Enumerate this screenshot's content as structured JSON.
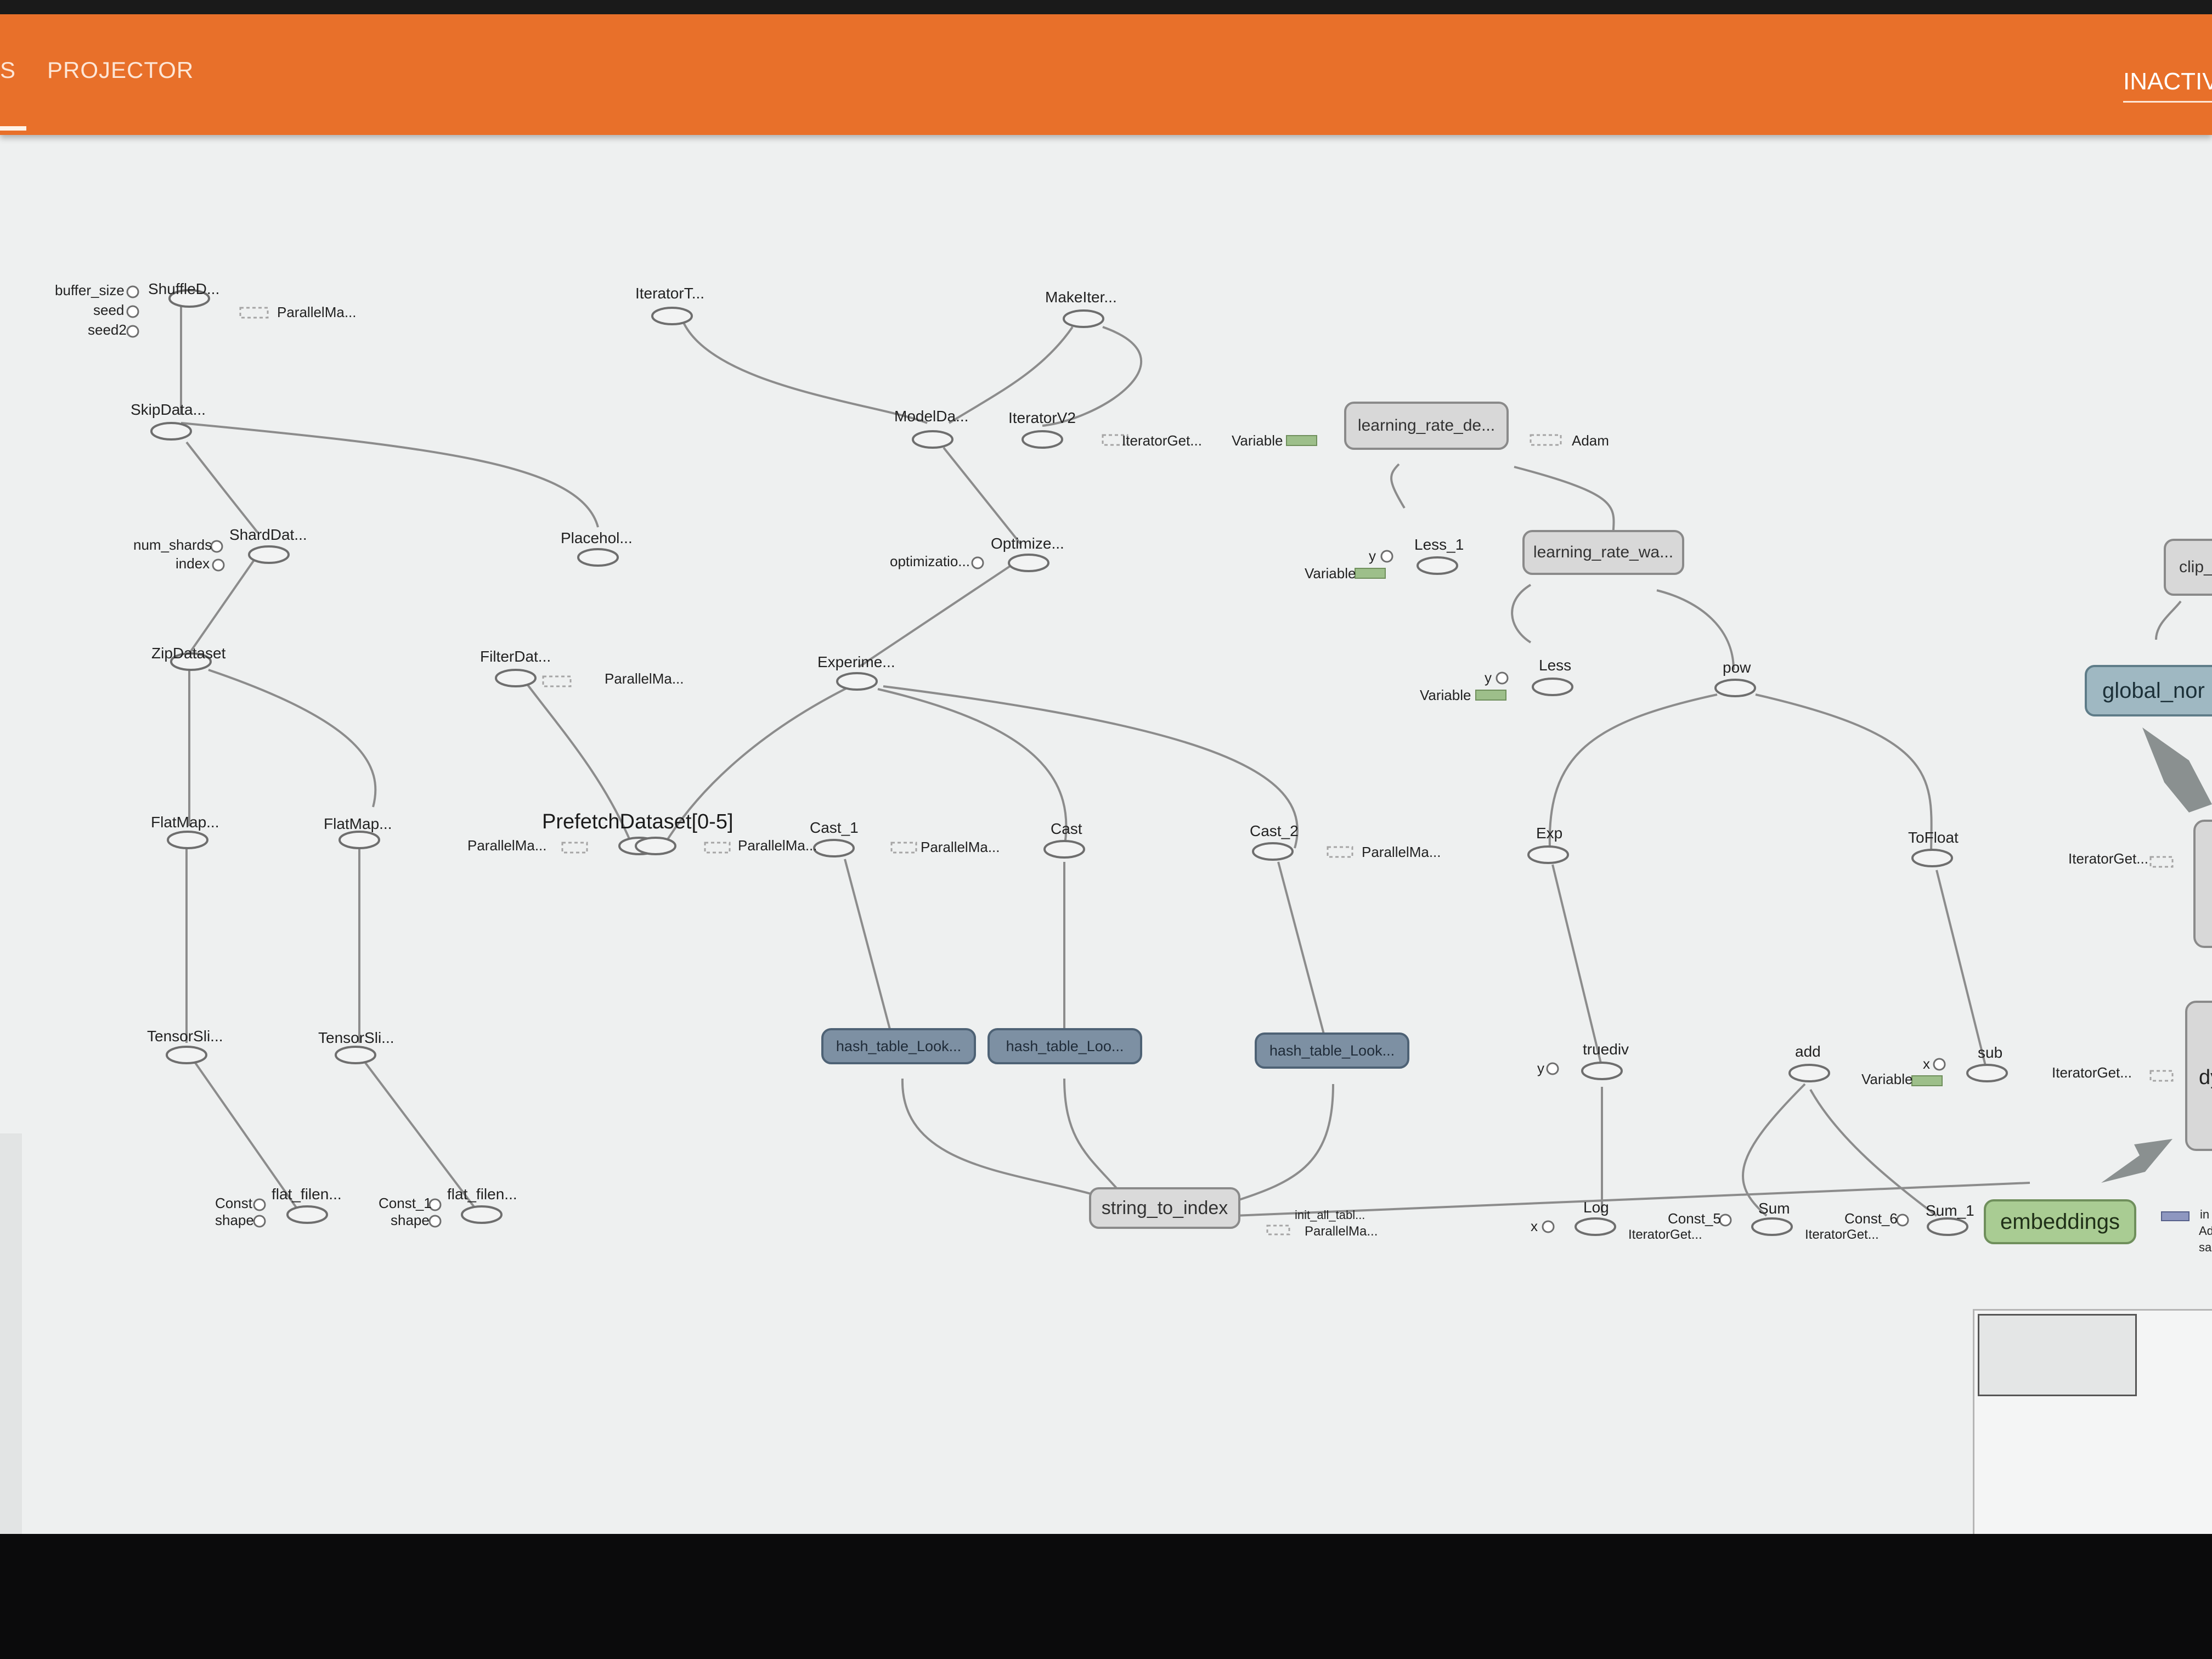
{
  "header": {
    "prev_tab": "S",
    "projector_tab": "PROJECTOR",
    "status": "INACTIV"
  },
  "graph": {
    "labels": {
      "buffer_size": "buffer_size",
      "seed": "seed",
      "seed2": "seed2",
      "shuffle": "ShuffleD...",
      "parallel_1": "ParallelMa...",
      "skip": "SkipData...",
      "num_shards": "num_shards",
      "index": "index",
      "shard": "ShardDat...",
      "placeholder": "Placehol...",
      "zip": "ZipDataset",
      "flatmap_1": "FlatMap...",
      "flatmap_2": "FlatMap...",
      "tensorsli_1": "TensorSli...",
      "tensorsli_2": "TensorSli...",
      "const": "Const",
      "shape_1": "shape",
      "flatfilen_1": "flat_filen...",
      "const_1": "Const_1",
      "shape_2": "shape",
      "flatfilen_2": "flat_filen...",
      "iteratort": "IteratorT...",
      "makeiter": "MakeIter...",
      "modelda": "ModelDa...",
      "iteratorv2": "IteratorV2",
      "iteratorget_1": "IteratorGet...",
      "filterdat": "FilterDat...",
      "parallel_2": "ParallelMa...",
      "prefetch": "PrefetchDataset[0-5]",
      "parallel_in": "ParallelMa...",
      "parallel_3": "ParallelMa...",
      "experime": "Experime...",
      "optimizatio": "optimizatio...",
      "optimize": "Optimize...",
      "cast_1": "Cast_1",
      "parallel_4": "ParallelMa...",
      "cast": "Cast",
      "cast_2": "Cast_2",
      "parallel_5": "ParallelMa...",
      "hash_1": "hash_table_Look...",
      "hash_2": "hash_table_Loo...",
      "hash_3": "hash_table_Look...",
      "string_to_index": "string_to_index",
      "init_all": "init_all_tabl...",
      "parallel_6": "ParallelMa...",
      "variable_1": "Variable",
      "lr_de": "learning_rate_de...",
      "adam": "Adam",
      "y_1": "y",
      "less_1": "Less_1",
      "variable_2": "Variable",
      "lr_wa": "learning_rate_wa...",
      "y_2": "y",
      "less": "Less",
      "variable_3": "Variable",
      "pow": "pow",
      "exp": "Exp",
      "tofloat": "ToFloat",
      "y_3": "y",
      "truediv": "truediv",
      "add": "add",
      "x_1": "x",
      "sub": "sub",
      "variable_4": "Variable",
      "x_2": "x",
      "log": "Log",
      "const_5": "Const_5",
      "iteratorget_2": "IteratorGet...",
      "sum": "Sum",
      "const_6": "Const_6",
      "iteratorget_3": "IteratorGet...",
      "sum_1": "Sum_1",
      "embeddings": "embeddings",
      "global_nor": "global_nor",
      "clip": "clip_",
      "iteratorget_4": "IteratorGet...",
      "iteratorget_5": "IteratorGet...",
      "dy": "dy",
      "in": "in",
      "ad": "Ad",
      "sa": "sa"
    }
  }
}
